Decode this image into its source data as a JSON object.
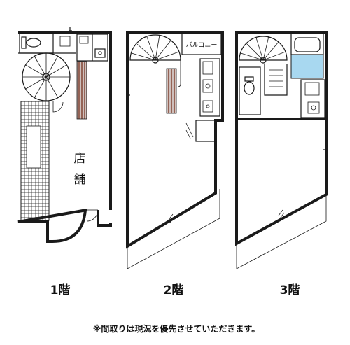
{
  "floors": [
    {
      "id": "f1",
      "label": "1階",
      "room_label_line1": "店",
      "room_label_line2": "舗"
    },
    {
      "id": "f2",
      "label": "2階",
      "balcony_label": "バルコニー"
    },
    {
      "id": "f3",
      "label": "3階"
    }
  ],
  "note": "※間取りは現況を優先させていただきます。",
  "colors": {
    "wall": "#1a1a1a",
    "bath": "#a8d8f0",
    "stair_wood": "#7a3c2c",
    "background": "#ffffff"
  },
  "icons": [
    "toilet-icon",
    "sink-icon",
    "spiral-staircase-icon",
    "bathtub-icon",
    "kitchen-icon"
  ]
}
